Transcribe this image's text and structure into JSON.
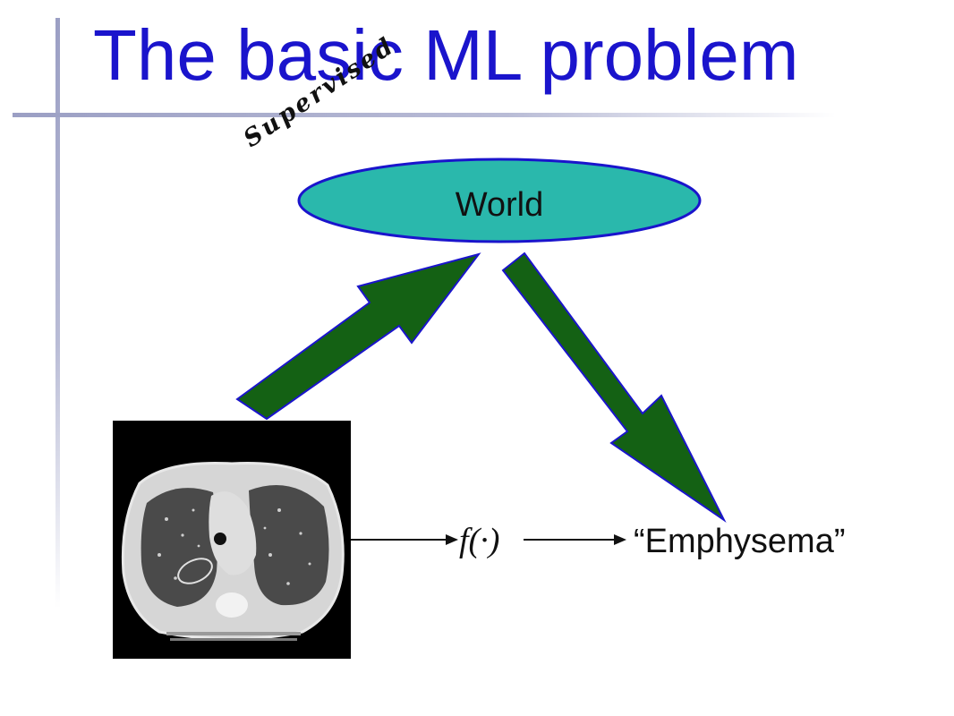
{
  "slide": {
    "title": "The basic ML problem",
    "annotation": "Supervised"
  },
  "diagram": {
    "world_label": "World",
    "function_label": "f(·)",
    "output_label": "“Emphysema”",
    "input_image": "chest-ct-scan",
    "colors": {
      "title": "#1a14cc",
      "world_fill": "#2ab8ac",
      "arrow_fill": "#146114"
    }
  }
}
